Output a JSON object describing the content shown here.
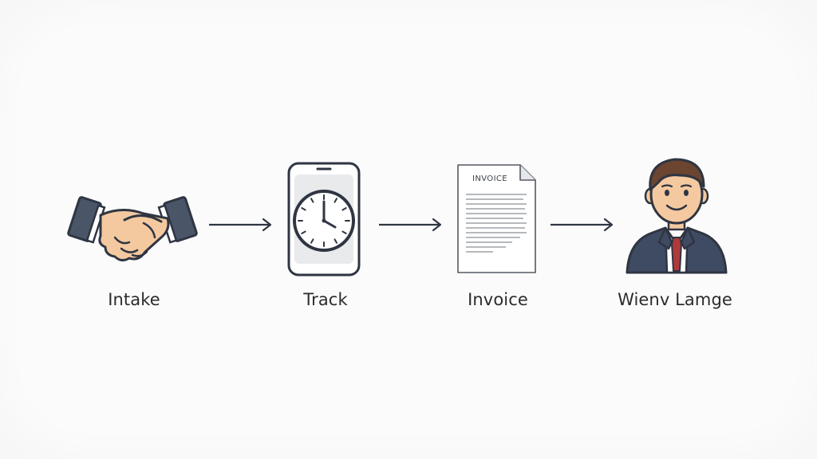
{
  "diagram": {
    "steps": [
      {
        "label": "Intake",
        "icon": "handshake-icon"
      },
      {
        "label": "Track",
        "icon": "clock-tablet-icon"
      },
      {
        "label": "Invoice",
        "icon": "invoice-document-icon"
      },
      {
        "label": "Wienv Lamge",
        "icon": "person-avatar-icon"
      }
    ],
    "invoice_doc_title": "INVOICE",
    "colors": {
      "outline": "#2f3542",
      "sleeve": "#4a5568",
      "skin": "#f4c9a0",
      "tie": "#b03a3a",
      "suit": "#3f4a63",
      "hair": "#6b4530"
    }
  }
}
